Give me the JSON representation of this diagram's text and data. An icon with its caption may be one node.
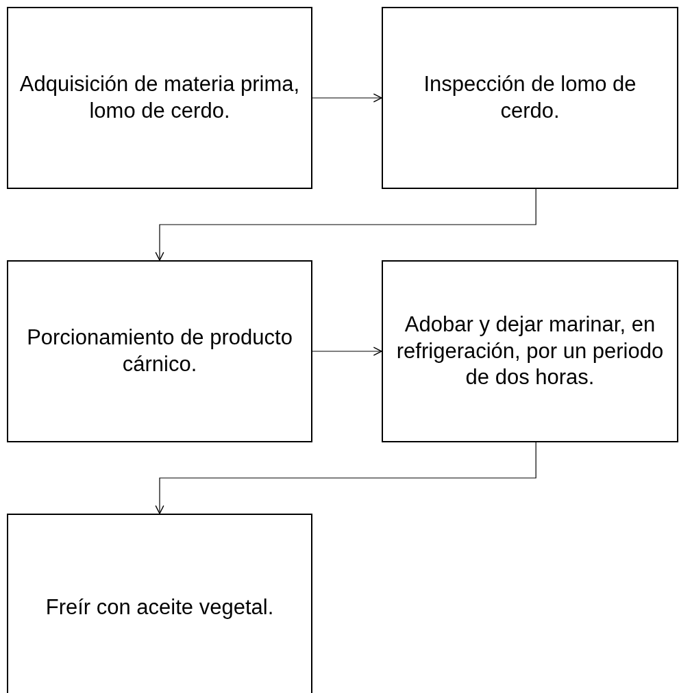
{
  "diagram": {
    "nodes": [
      {
        "text": [
          "Adquisición de materia prima, lomo de cerdo."
        ]
      },
      {
        "text": [
          "Inspección de lomo de cerdo."
        ]
      },
      {
        "text": [
          "Porcionamiento de producto cárnico."
        ]
      },
      {
        "text": [
          "Adobar y dejar marinar, en refrigeración, por un periodo de dos horas."
        ]
      },
      {
        "text": [
          "Freír con aceite vegetal."
        ]
      }
    ],
    "edges": [
      {
        "from": 0,
        "to": 1,
        "arrow": "to"
      },
      {
        "from": 1,
        "to": 2,
        "arrow": "to"
      },
      {
        "from": 2,
        "to": 3,
        "arrow": "to"
      },
      {
        "from": 3,
        "to": 4,
        "arrow": "to"
      }
    ]
  }
}
